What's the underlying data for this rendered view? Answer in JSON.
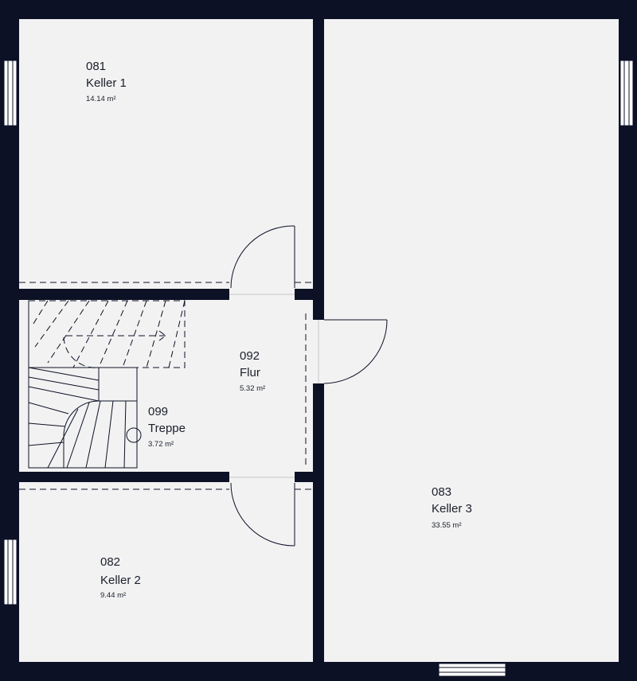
{
  "plan": {
    "colors": {
      "wall": "#0d1126",
      "floor": "#f2f2f2",
      "line": "#0d1126",
      "window_frame": "#ffffff"
    },
    "rooms": [
      {
        "id": "keller1",
        "number": "081",
        "name": "Keller 1",
        "area": "14.14 m²"
      },
      {
        "id": "flur",
        "number": "092",
        "name": "Flur",
        "area": "5.32 m²"
      },
      {
        "id": "treppe",
        "number": "099",
        "name": "Treppe",
        "area": "3.72 m²"
      },
      {
        "id": "keller3",
        "number": "083",
        "name": "Keller 3",
        "area": "33.55 m²"
      },
      {
        "id": "keller2",
        "number": "082",
        "name": "Keller 2",
        "area": "9.44 m²"
      }
    ]
  }
}
